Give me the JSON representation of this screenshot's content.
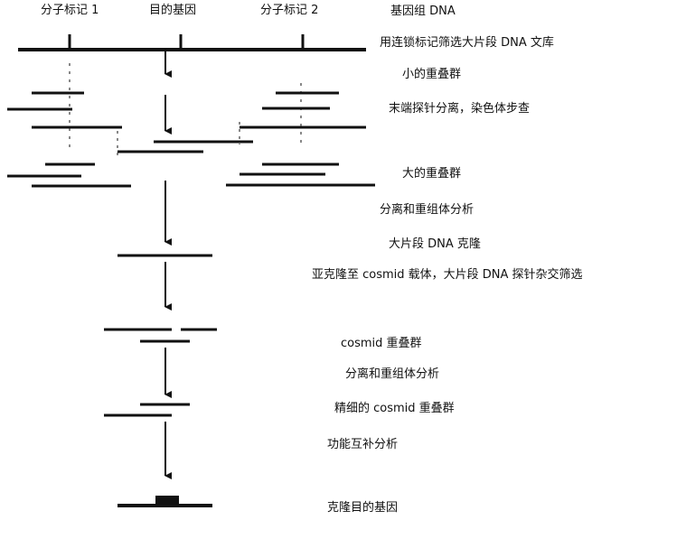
{
  "top_labels": {
    "marker1": "分子标记 1",
    "target_gene": "目的基因",
    "marker2": "分子标记 2"
  },
  "steps": [
    "基因组 DNA",
    "用连锁标记筛选大片段 DNA 文库",
    "小的重叠群",
    "末端探针分离，染色体步查",
    "大的重叠群",
    "分离和重组体分析",
    "大片段 DNA 克隆",
    "亚克隆至 cosmid 载体，大片段 DNA 探针杂交筛选",
    "cosmid 重叠群",
    "分离和重组体分析",
    "精细的 cosmid 重叠群",
    "功能互补分析",
    "克隆目的基因"
  ]
}
